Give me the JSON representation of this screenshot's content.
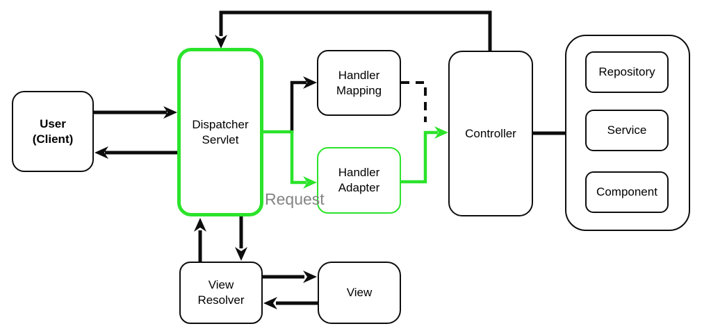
{
  "colors": {
    "green": "#2be32b",
    "black": "#0d0d0d",
    "gray": "#848484"
  },
  "nodes": {
    "user": {
      "label": "User\n(Client)"
    },
    "dispatcher": {
      "label": "Dispatcher\nServlet"
    },
    "handler_mapping": {
      "label": "Handler\nMapping"
    },
    "handler_adapter": {
      "label": "Handler\nAdapter"
    },
    "controller": {
      "label": "Controller"
    },
    "repository": {
      "label": "Repository"
    },
    "service": {
      "label": "Service"
    },
    "component": {
      "label": "Component"
    },
    "view_resolver": {
      "label": "View\nResolver"
    },
    "view": {
      "label": "View"
    }
  },
  "labels": {
    "request": "Request"
  }
}
